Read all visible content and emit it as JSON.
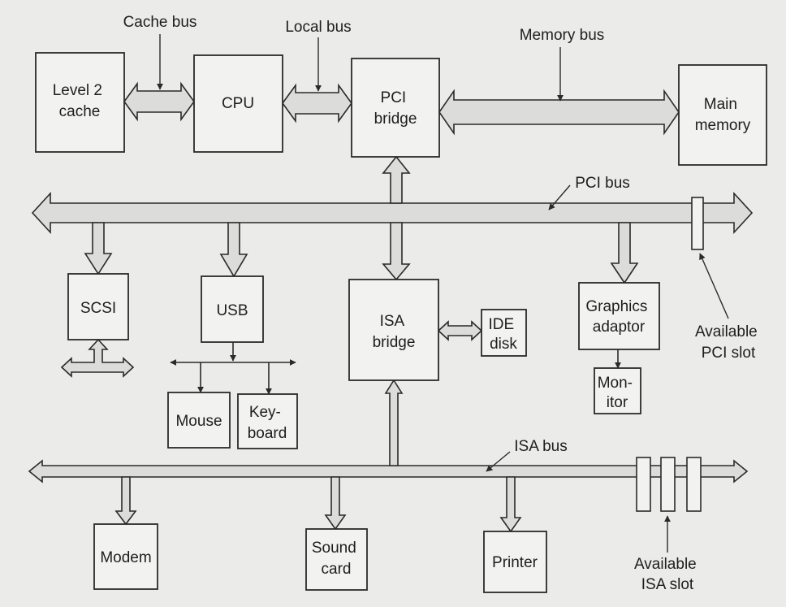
{
  "colors": {
    "background": "#ebebe9",
    "box_fill": "#f2f2f0",
    "ink": "#2a2a2a",
    "bus_fill": "#dcdcda"
  },
  "components": {
    "l2cache": [
      "Level 2",
      "cache"
    ],
    "cpu": [
      "CPU"
    ],
    "pcibridge": [
      "PCI",
      "bridge"
    ],
    "mainmem": [
      "Main",
      "memory"
    ],
    "scsi": [
      "SCSI"
    ],
    "usb": [
      "USB"
    ],
    "isabridge": [
      "ISA",
      "bridge"
    ],
    "idedisk": [
      "IDE",
      "disk"
    ],
    "graphics": [
      "Graphics",
      "adaptor"
    ],
    "monitor": [
      "Mon-",
      "itor"
    ],
    "mouse": [
      "Mouse"
    ],
    "keyboard": [
      "Key-",
      "board"
    ],
    "modem": [
      "Modem"
    ],
    "soundcard": [
      "Sound",
      "card"
    ],
    "printer": [
      "Printer"
    ]
  },
  "labels": {
    "cache_bus": "Cache bus",
    "local_bus": "Local bus",
    "memory_bus": "Memory bus",
    "pci_bus": "PCI bus",
    "isa_bus": "ISA bus",
    "available_pci_slot": [
      "Available",
      "PCI slot"
    ],
    "available_isa_slot": [
      "Available",
      "ISA slot"
    ]
  }
}
